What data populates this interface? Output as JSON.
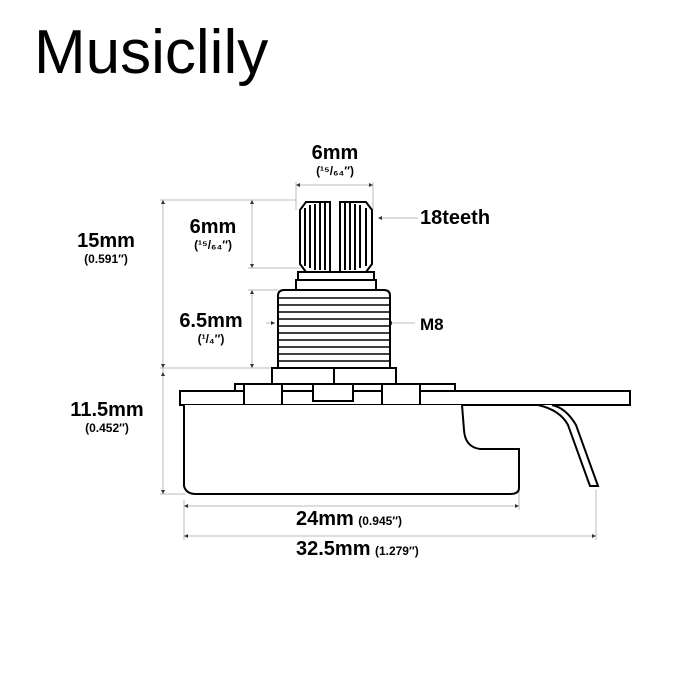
{
  "brand": {
    "name": "Musiclily"
  },
  "dimensions": {
    "shaft_diameter": {
      "metric": "6mm",
      "imperial": "(¹⁵/₆₄″)"
    },
    "shaft_length": {
      "metric": "6mm",
      "imperial": "(¹⁵/₆₄″)"
    },
    "total_shaft_height": {
      "metric": "15mm",
      "imperial": "(0.591″)"
    },
    "bushing_length": {
      "metric": "6.5mm",
      "imperial": "(¹/₄″)"
    },
    "body_height": {
      "metric": "11.5mm",
      "imperial": "(0.452″)"
    },
    "body_width": {
      "metric": "24mm",
      "imperial": "(0.945″)"
    },
    "overall_width": {
      "metric": "32.5mm",
      "imperial": "(1.279″)"
    }
  },
  "callouts": {
    "teeth": "18teeth",
    "thread": "M8"
  },
  "colors": {
    "line": "#000000",
    "dimension_line": "#bbbbbb",
    "background": "#ffffff"
  }
}
